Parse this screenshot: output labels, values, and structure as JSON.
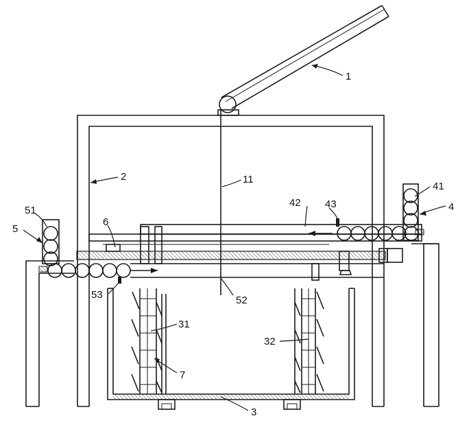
{
  "labels": {
    "l1": "1",
    "l2": "2",
    "l3": "3",
    "l4": "4",
    "l5": "5",
    "l6": "6",
    "l7": "7",
    "l11": "11",
    "l31": "31",
    "l32": "32",
    "l41": "41",
    "l42": "42",
    "l43": "43",
    "l51": "51",
    "l52": "52",
    "l53": "53"
  }
}
